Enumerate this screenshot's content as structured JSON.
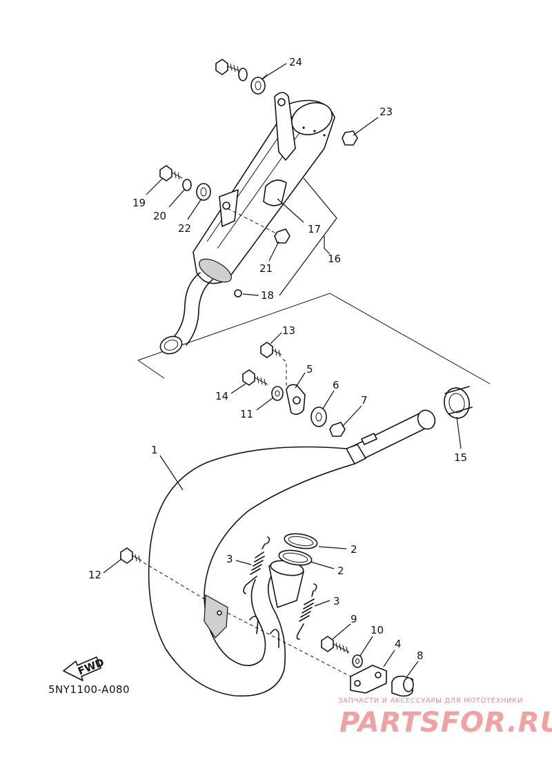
{
  "diagram_code": "5NY1100-A080",
  "fwd_label": "FWD",
  "watermark": {
    "tagline": "ЗАПЧАСТИ И АКСЕССУАРЫ ДЛЯ МОТОТЕХНИКИ",
    "logo": "PARTSFOR.RU"
  },
  "callouts": {
    "c1": "1",
    "c2a": "2",
    "c2b": "2",
    "c3a": "3",
    "c3b": "3",
    "c4": "4",
    "c5": "5",
    "c6": "6",
    "c7": "7",
    "c8": "8",
    "c9": "9",
    "c10": "10",
    "c11": "11",
    "c12": "12",
    "c13": "13",
    "c14": "14",
    "c15": "15",
    "c16": "16",
    "c17": "17",
    "c18": "18",
    "c19": "19",
    "c20": "20",
    "c21": "21",
    "c22": "22",
    "c23": "23",
    "c24": "24"
  }
}
